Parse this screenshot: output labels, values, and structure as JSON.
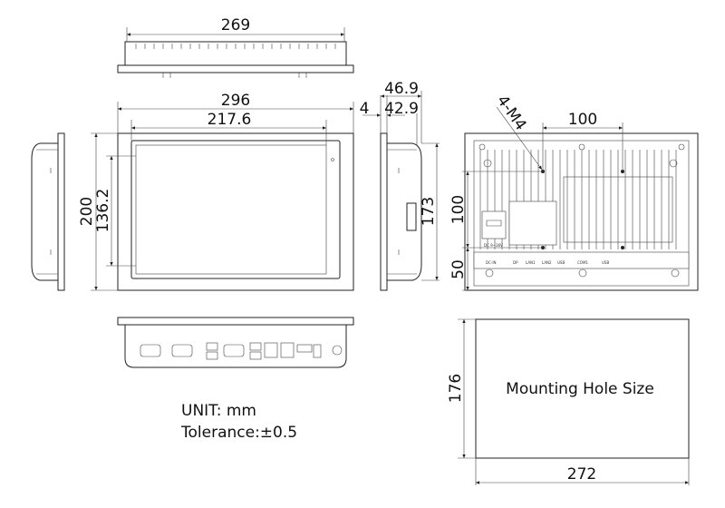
{
  "dimensions": {
    "top_width": "269",
    "front_width": "296",
    "screen_width": "217.6",
    "front_height": "200",
    "screen_height": "136.2",
    "bezel": "4",
    "depth_total": "46.9",
    "depth_body": "42.9",
    "side_height": "173",
    "rear_hole_spacing_h": "100",
    "rear_hole_spacing_v": "100",
    "rear_bottom_offset": "50",
    "mount_screw": "4-M4",
    "cutout_height": "176",
    "cutout_width": "272"
  },
  "rear_ports": [
    "DC-IN",
    "DP",
    "LAN1",
    "LAN2",
    "USB",
    "COM1",
    "USB"
  ],
  "power_label": "DC 9~36V",
  "cutout_label": "Mounting Hole Size",
  "notes": {
    "unit": "UNIT: mm",
    "tolerance": "Tolerance:±0.5"
  }
}
